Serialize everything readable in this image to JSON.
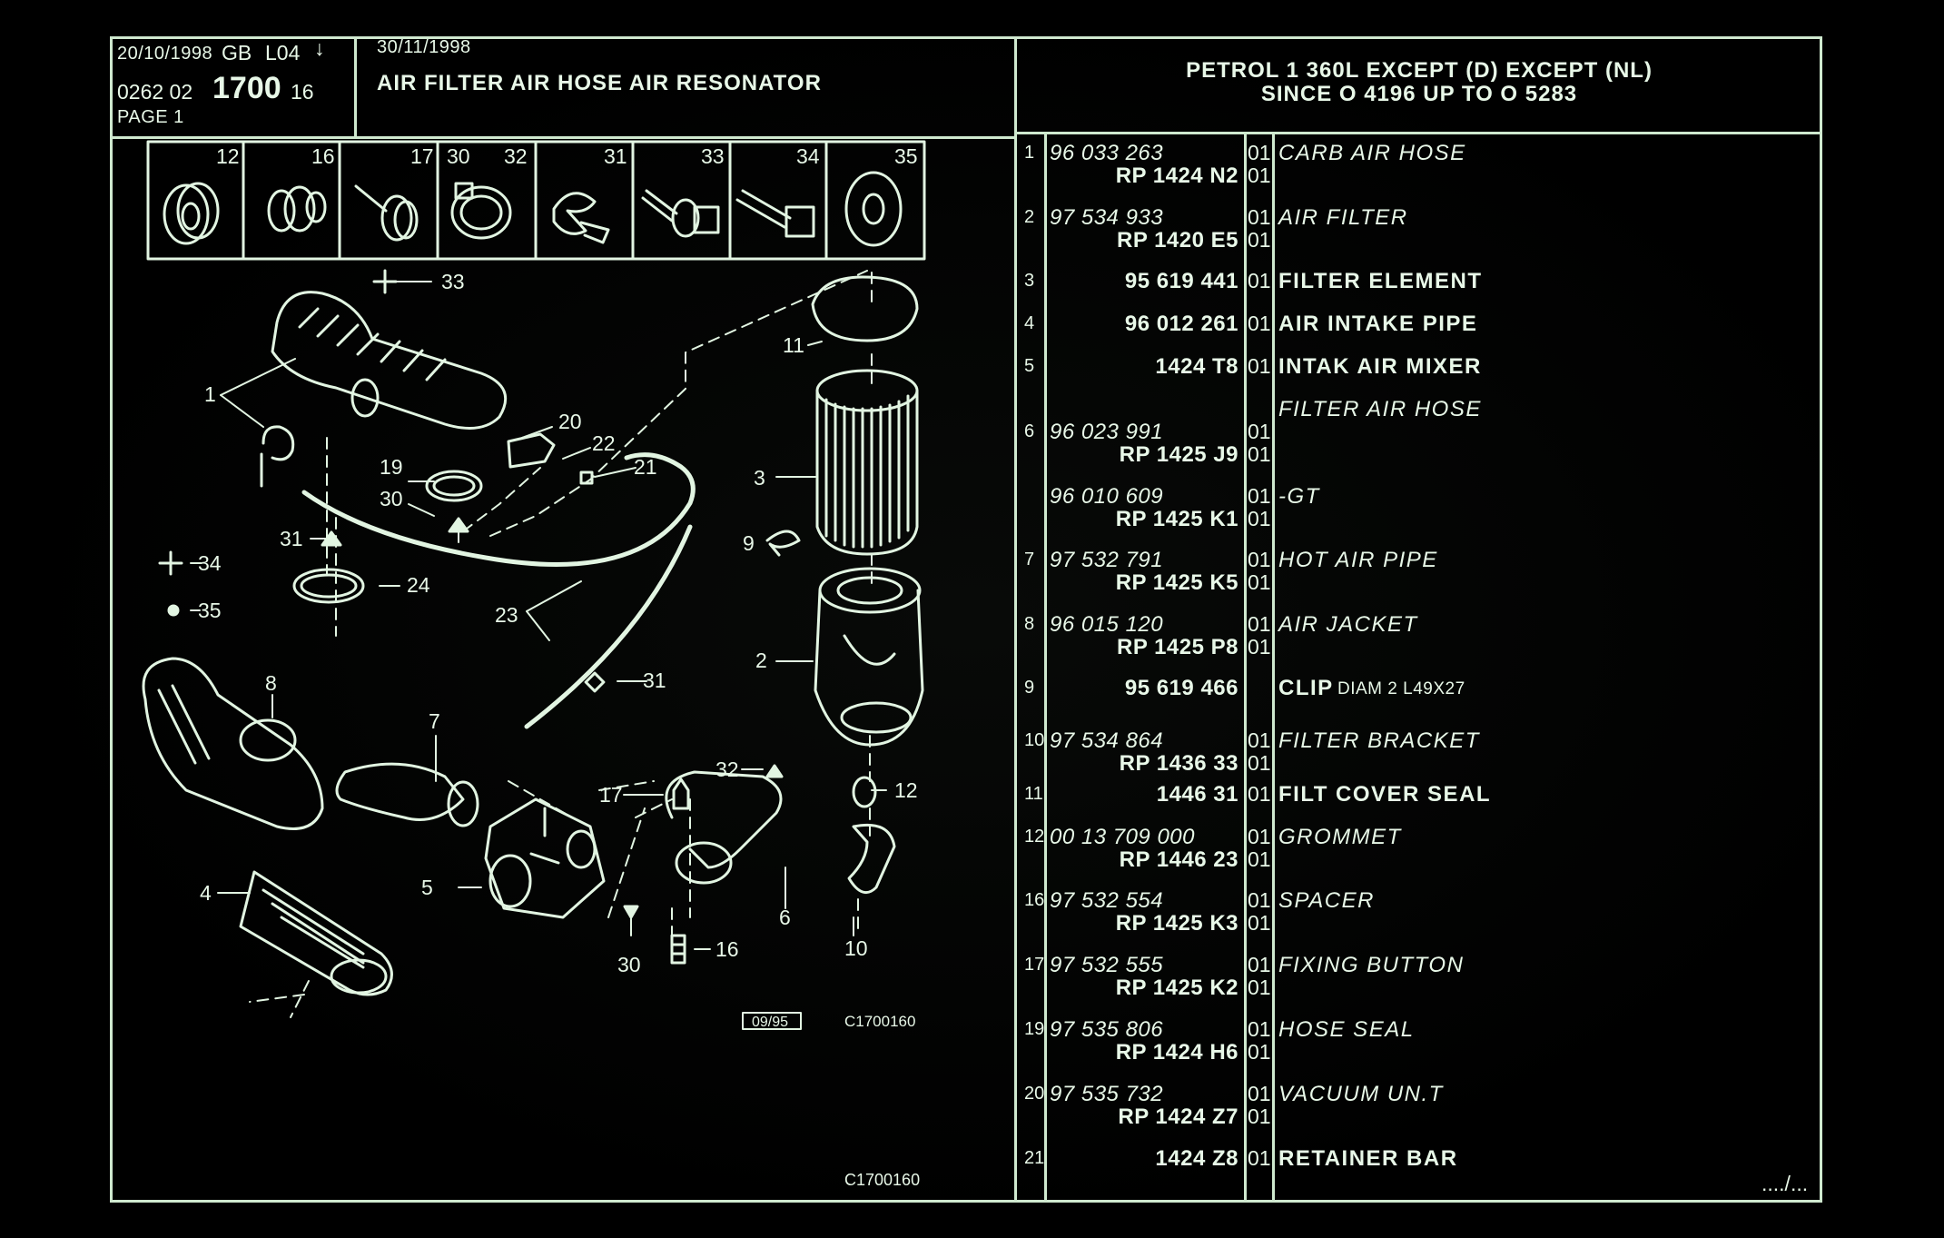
{
  "header": {
    "date": "20/10/1998",
    "lang": "GB",
    "code": "L04",
    "arrow": "↓",
    "group_prefix": "0262  02",
    "group_main": "1700",
    "group_suffix": "16",
    "page": "PAGE  1",
    "date2": "30/11/1998",
    "title": "AIR FILTER AIR HOSE AIR RESONATOR"
  },
  "applicability": {
    "line1": "PETROL 1 360L EXCEPT  (D) EXCEPT  (NL)",
    "line2": "SINCE  O   4196 UP  TO  O   5283"
  },
  "thumbnails": [
    {
      "no": "12",
      "icon": "grommet-icon"
    },
    {
      "no": "16",
      "icon": "spacer-icon"
    },
    {
      "no": "17",
      "icon": "fixing-button-icon"
    },
    {
      "no": "30",
      "no2": "32",
      "icon": "hose-clip-icon"
    },
    {
      "no": "31",
      "icon": "clip-icon"
    },
    {
      "no": "33",
      "icon": "screw-washer-icon"
    },
    {
      "no": "34",
      "icon": "bolt-icon"
    },
    {
      "no": "35",
      "icon": "washer-icon"
    }
  ],
  "diagram_labels": {
    "l33": "33",
    "l11": "11",
    "l1": "1",
    "l20": "20",
    "l22": "22",
    "l21": "21",
    "l19": "19",
    "l30a": "30",
    "l3": "3",
    "l31a": "31",
    "l9": "9",
    "l34": "34",
    "l24": "24",
    "l35": "35",
    "l23": "23",
    "l8": "8",
    "l2": "2",
    "l31b": "31",
    "l7": "7",
    "l32": "32",
    "l12": "12",
    "l17": "17",
    "l4": "4",
    "l5": "5",
    "l6": "6",
    "l16": "16",
    "l10": "10",
    "l30b": "30",
    "stamp": "09/95",
    "ref1": "C1700160",
    "ref2": "C1700160"
  },
  "parts": [
    {
      "no": "1",
      "pno": "96 033 263",
      "pno_style": "i",
      "rp": "RP  1424 N2",
      "qty": [
        "01",
        "01"
      ],
      "desc": "CARB AIR HOSE",
      "desc_style": "i"
    },
    {
      "no": "2",
      "pno": "97 534 933",
      "pno_style": "i",
      "rp": "RP  1420 E5",
      "qty": [
        "01",
        "01"
      ],
      "desc": "AIR FILTER",
      "desc_style": "i"
    },
    {
      "no": "3",
      "pno": "95 619 441",
      "pno_style": "b",
      "rp": "",
      "qty": [
        "01"
      ],
      "desc": "FILTER ELEMENT",
      "desc_style": "b"
    },
    {
      "no": "4",
      "pno": "96 012 261",
      "pno_style": "b",
      "rp": "",
      "qty": [
        "01"
      ],
      "desc": "AIR INTAKE PIPE",
      "desc_style": "b"
    },
    {
      "no": "5",
      "pno": "1424 T8",
      "pno_style": "b",
      "rp": "",
      "qty": [
        "01"
      ],
      "desc": "INTAK AIR MIXER",
      "desc_style": "b"
    },
    {
      "no": "",
      "pno": "",
      "pno_style": "i",
      "rp": "",
      "qty": [],
      "desc": "FILTER AIR HOSE",
      "desc_style": "i"
    },
    {
      "no": "6",
      "pno": "96 023 991",
      "pno_style": "i",
      "rp": "RP  1425 J9",
      "qty": [
        "01",
        "01"
      ],
      "desc": "",
      "desc_style": "i"
    },
    {
      "no": "",
      "pno": "96 010 609",
      "pno_style": "i",
      "rp": "RP  1425 K1",
      "qty": [
        "01",
        "01"
      ],
      "desc": "-GT",
      "desc_style": "i"
    },
    {
      "no": "7",
      "pno": "97 532 791",
      "pno_style": "i",
      "rp": "RP  1425 K5",
      "qty": [
        "01",
        "01"
      ],
      "desc": "HOT AIR PIPE",
      "desc_style": "i"
    },
    {
      "no": "8",
      "pno": "96 015 120",
      "pno_style": "i",
      "rp": "RP  1425 P8",
      "qty": [
        "01",
        "01"
      ],
      "desc": "AIR JACKET",
      "desc_style": "i"
    },
    {
      "no": "9",
      "pno": "95 619 466",
      "pno_style": "b",
      "rp": "",
      "qty": [],
      "desc": "CLIP",
      "desc_extra": "DIAM 2 L49X27",
      "desc_style": "b"
    },
    {
      "no": "10",
      "pno": "97 534 864",
      "pno_style": "i",
      "rp": "RP  1436 33",
      "qty": [
        "01",
        "01"
      ],
      "desc": "FILTER BRACKET",
      "desc_style": "i"
    },
    {
      "no": "11",
      "pno": "1446 31",
      "pno_style": "b",
      "rp": "",
      "qty": [
        "01"
      ],
      "desc": "FILT COVER SEAL",
      "desc_style": "b"
    },
    {
      "no": "12",
      "pno": "00 13 709 000",
      "pno_style": "i",
      "rp": "RP  1446 23",
      "qty": [
        "01",
        "01"
      ],
      "desc": "GROMMET",
      "desc_style": "i"
    },
    {
      "no": "16",
      "pno": "97 532 554",
      "pno_style": "i",
      "rp": "RP  1425 K3",
      "qty": [
        "01",
        "01"
      ],
      "desc": "SPACER",
      "desc_style": "i"
    },
    {
      "no": "17",
      "pno": "97 532 555",
      "pno_style": "i",
      "rp": "RP  1425 K2",
      "qty": [
        "01",
        "01"
      ],
      "desc": "FIXING BUTTON",
      "desc_style": "i"
    },
    {
      "no": "19",
      "pno": "97 535 806",
      "pno_style": "i",
      "rp": "RP  1424 H6",
      "qty": [
        "01",
        "01"
      ],
      "desc": "HOSE SEAL",
      "desc_style": "i"
    },
    {
      "no": "20",
      "pno": "97 535 732",
      "pno_style": "i",
      "rp": "RP  1424 Z7",
      "qty": [
        "01",
        "01"
      ],
      "desc": "VACUUM UN.T",
      "desc_style": "i"
    },
    {
      "no": "21",
      "pno": "1424 Z8",
      "pno_style": "b",
      "rp": "",
      "qty": [
        "01"
      ],
      "desc": "RETAINER BAR",
      "desc_style": "b"
    }
  ],
  "continuation": "..../..."
}
